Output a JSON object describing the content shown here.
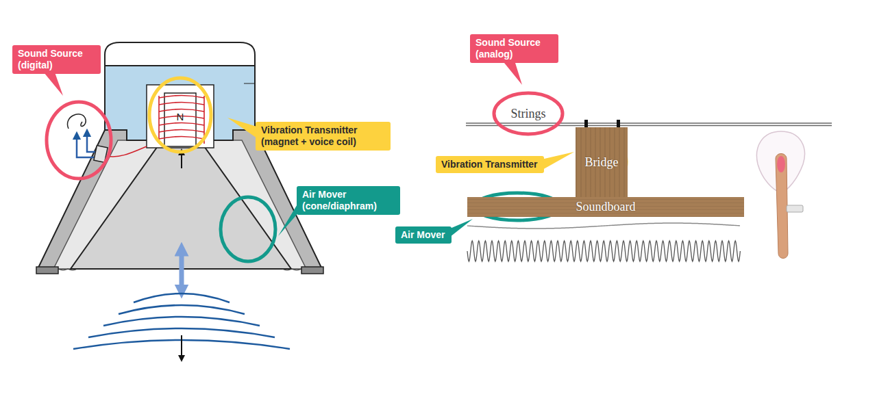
{
  "diagram": {
    "nodes": [
      {
        "text": [
          "Sound Source (digital)"
        ]
      },
      {
        "text": [
          "Vibration Transmitter (magnet + voice coil)"
        ]
      },
      {
        "text": [
          "Air Mover (cone/diaphram)"
        ]
      },
      {
        "text": [
          "Sound Source (analog)"
        ]
      },
      {
        "text": [
          "Bridge"
        ]
      },
      {
        "text": [
          "Vibration Transmitter"
        ]
      },
      {
        "text": [
          "Soundboard"
        ]
      },
      {
        "text": [
          "Air Mover"
        ]
      }
    ],
    "labels": [
      "N",
      "Strings"
    ]
  }
}
